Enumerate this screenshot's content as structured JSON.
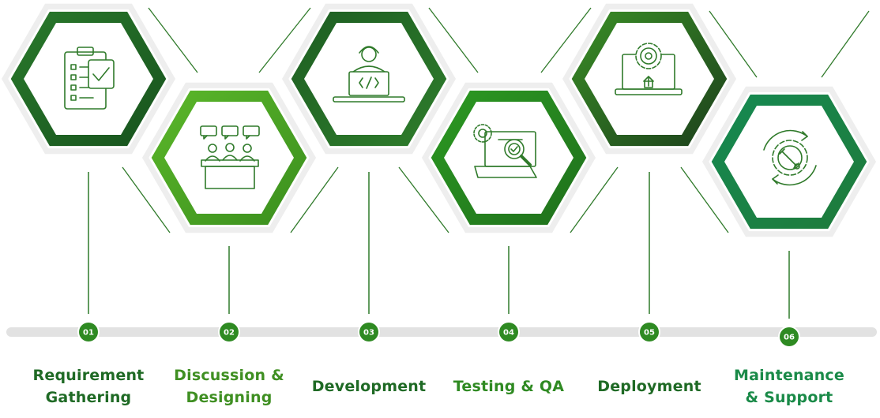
{
  "steps": [
    {
      "number": "01",
      "label": "Requirement\nGathering",
      "icon": "clipboard-checklist-icon",
      "ring_color": "#1f6a25",
      "text_color": "#1f6a25"
    },
    {
      "number": "02",
      "label": "Discussion &\nDesigning",
      "icon": "team-discussion-icon",
      "ring_color": "#4ea320",
      "text_color": "#3f8f22"
    },
    {
      "number": "03",
      "label": "Development",
      "icon": "developer-laptop-icon",
      "ring_color": "#1f6a25",
      "text_color": "#1f6a25"
    },
    {
      "number": "04",
      "label": "Testing & QA",
      "icon": "laptop-testing-magnifier-icon",
      "ring_color": "#2a8a1f",
      "text_color": "#2f8a22"
    },
    {
      "number": "05",
      "label": "Deployment",
      "icon": "laptop-gear-upload-icon",
      "ring_color": "#245f24",
      "text_color": "#1f6a25"
    },
    {
      "number": "06",
      "label": "Maintenance\n& Support",
      "icon": "gear-wrench-cycle-icon",
      "ring_color": "#198f4a",
      "text_color": "#1a8a48"
    }
  ],
  "colors": {
    "timeline": "#e2e2e2",
    "connector": "#2f7a2a",
    "icon_stroke": "#2f7a2a",
    "badge": "#2e8a22"
  }
}
